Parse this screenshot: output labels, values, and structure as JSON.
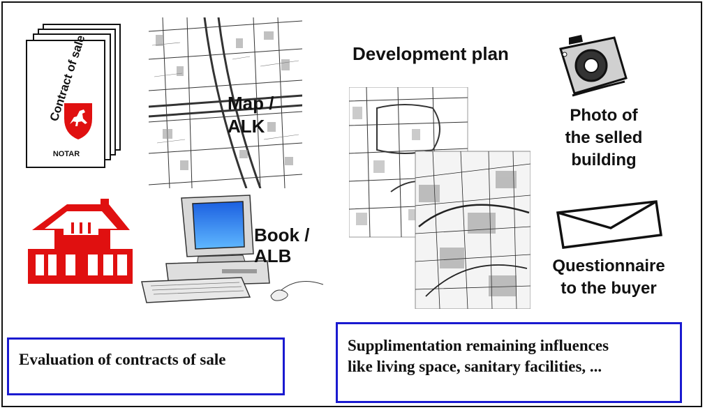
{
  "contract": {
    "title": "Contract of sale",
    "notar": "NOTAR"
  },
  "map": {
    "line1": "Map /",
    "line2": "ALK"
  },
  "book": {
    "line1": "Book /",
    "line2": "ALB"
  },
  "development": {
    "title": "Development plan"
  },
  "photo": {
    "line1": "Photo of",
    "line2": "the selled",
    "line3": "building"
  },
  "questionnaire": {
    "line1": "Questionnaire",
    "line2": "to the buyer"
  },
  "evaluation": {
    "text": "Evaluation of contracts of sale"
  },
  "supplementation": {
    "line1": "Supplimentation remaining influences",
    "line2": "like living space, sanitary facilities, ..."
  },
  "colors": {
    "frame": "#111111",
    "box_border": "#1a1ad0",
    "house_red": "#e01010",
    "screen_blue": "#2f8df0"
  }
}
